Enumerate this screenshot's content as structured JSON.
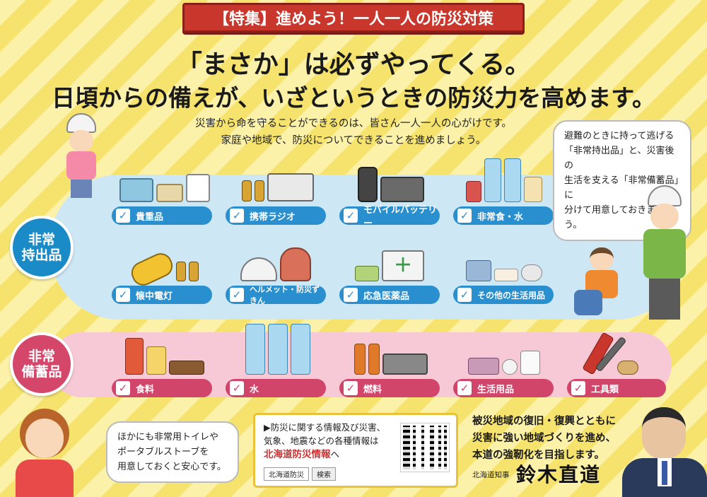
{
  "banner": "【特集】進めよう！一人一人の防災対策",
  "headline": {
    "line1": "「まさか」は必ずやってくる。",
    "line2": "日頃からの備えが、いざというときの防災力を高めます。"
  },
  "lead": {
    "line1": "災害から命を守ることができるのは、皆さん一人一人の心がけです。",
    "line2": "家庭や地域で、防災についてできることを進めましょう。"
  },
  "sections": {
    "carry_out": {
      "title_line1": "非常",
      "title_line2": "持出品",
      "items": [
        {
          "label": "貴重品"
        },
        {
          "label": "携帯ラジオ"
        },
        {
          "label": "モバイルバッテリー"
        },
        {
          "label": "非常食・水"
        },
        {
          "label": "懐中電灯"
        },
        {
          "label": "ヘルメット・防災ずきん"
        },
        {
          "label": "応急医薬品"
        },
        {
          "label": "その他の生活用品"
        }
      ]
    },
    "stockpile": {
      "title_line1": "非常",
      "title_line2": "備蓄品",
      "items": [
        {
          "label": "食料"
        },
        {
          "label": "水"
        },
        {
          "label": "燃料"
        },
        {
          "label": "生活用品"
        },
        {
          "label": "工具類"
        }
      ]
    }
  },
  "check_mark": "✓",
  "bubble_right": {
    "line1": "避難のときに持って逃げる",
    "line2": "「非常持出品」と、災害後の",
    "line3": "生活を支える「非常備蓄品」に",
    "line4": "分けて用意しておきましょう。"
  },
  "bubble_left": {
    "line1": "ほかにも非常用トイレや",
    "line2": "ポータブルストーブを",
    "line3": "用意しておくと安心です。"
  },
  "info": {
    "line1": "▶防災に関する情報及び災害、",
    "line2": "気象、地震などの各種情報は",
    "link": "北海道防災情報",
    "suffix": "へ",
    "search_text": "北海道防災",
    "search_button": "検索"
  },
  "governor": {
    "line1": "被災地域の復旧・復興とともに",
    "line2": "災害に強い地域づくりを進め、",
    "line3": "本道の強靭化を目指します。",
    "title": "北海道知事",
    "name": "鈴木直道"
  },
  "colors": {
    "banner": "#c9372c",
    "carry_out": "#2a8fce",
    "stockpile": "#d2456b",
    "band_blue": "#cde7f5",
    "band_pink": "#f7c9d6"
  }
}
